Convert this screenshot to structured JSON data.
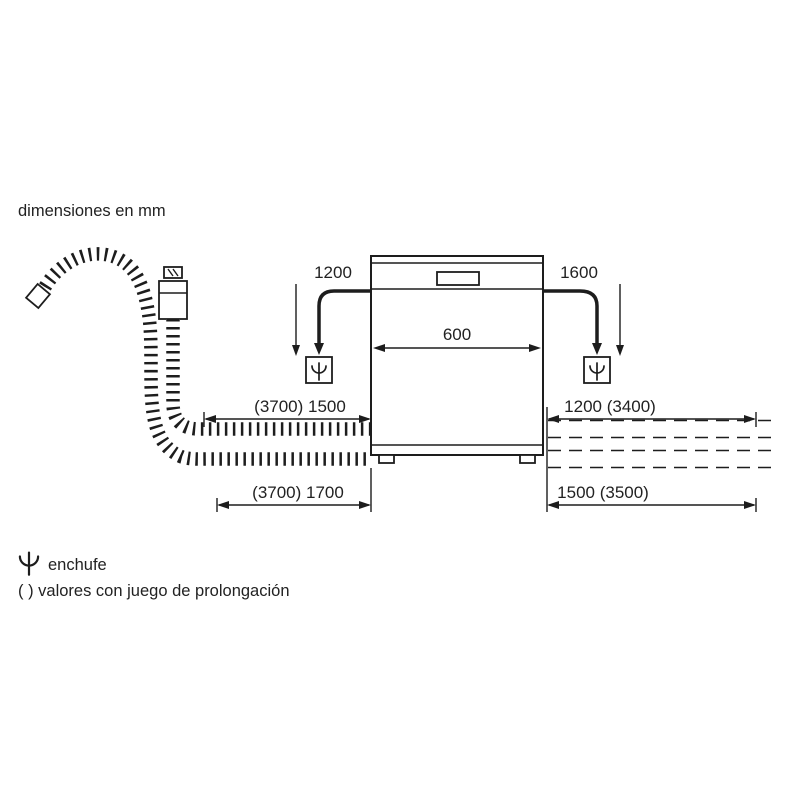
{
  "title": "dimensiones en mm",
  "dimensions": {
    "cable_left": "1200",
    "cable_right": "1600",
    "width": "600",
    "supply_left": "(3700) 1500",
    "right_upper": "1200 (3400)",
    "drain_left": "(3700) 1700",
    "right_lower": "1500 (3500)"
  },
  "legend": {
    "plug": "enchufe",
    "note": "( ) valores con juego de prolongación"
  },
  "colors": {
    "line": "#1d1d1d",
    "text": "#222222",
    "background": "#ffffff"
  }
}
